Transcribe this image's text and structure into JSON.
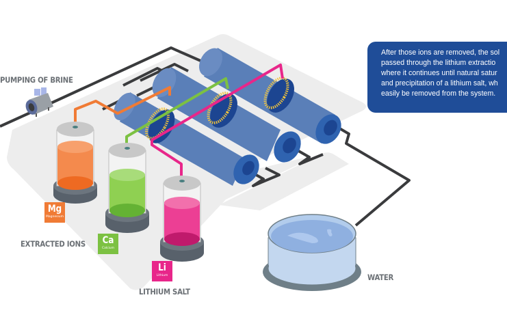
{
  "info_box": {
    "lines": [
      "After those ions are removed, the sol",
      "passed through the lithium extractio",
      "where it continues until natural satur",
      "and precipitation of a lithium salt, wh",
      "easily be removed from the system."
    ]
  },
  "labels": {
    "pumping": "PUMPING OF BRINE",
    "extracted_ions": "EXTRACTED IONS",
    "lithium_salt": "LITHIUM SALT",
    "water": "WATER"
  },
  "elements": [
    {
      "symbol": "Mg",
      "name": "Magnesium"
    },
    {
      "symbol": "Ca",
      "name": "Calcium"
    },
    {
      "symbol": "Li",
      "name": "Lithium"
    }
  ],
  "colors": {
    "info_bg": "#1f4d98",
    "platform": "#eeeeee",
    "pipe": "#3a3b3d",
    "cylinder": "#5a7fb8",
    "cylinder_end": "#2f63b0",
    "collar": "#1c4591",
    "collar_band": "#f2c43d",
    "magnesium": "#f07b35",
    "calcium": "#7cc142",
    "lithium": "#e8268a",
    "water": "#a9c6ea",
    "label_text": "#6b7075"
  }
}
